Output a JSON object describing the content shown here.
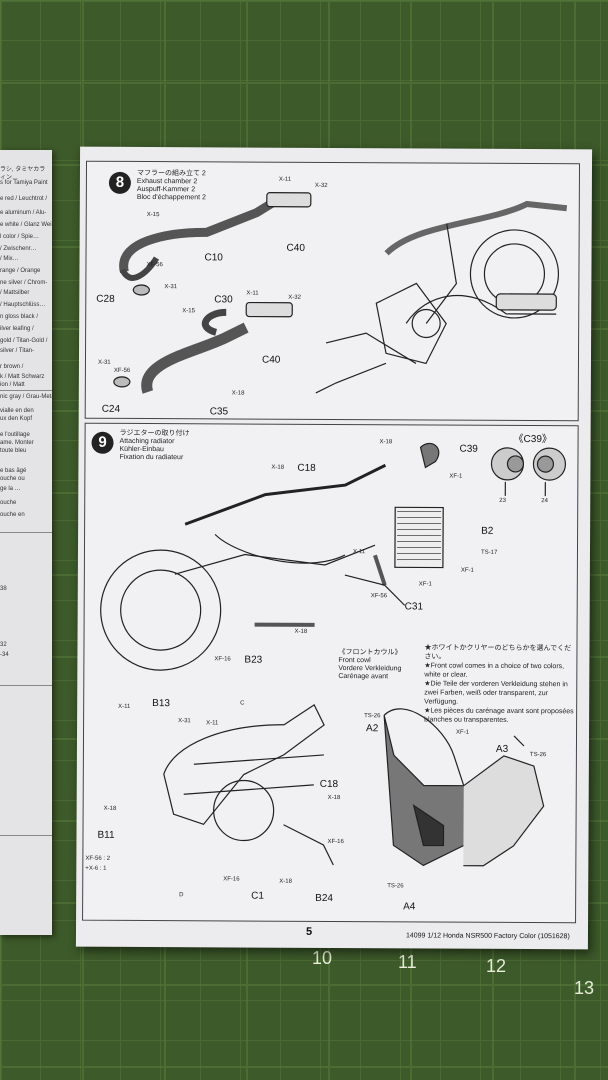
{
  "left_page": {
    "lines": [
      "ラシ, タミヤカラ",
      "ィン…",
      "s for Tamiya Paint",
      "e red / Leuchtrot /",
      "e aluminum / Alu-",
      "e white / Glanz Weiß",
      "l color / Spie…",
      "/ Zwischenr…",
      "/ Mix…",
      "range / Orange",
      "ne silver / Chrom-",
      "/ Mattsilber",
      "/ Hauptschlüss…",
      "n gloss black /",
      "ilver leafing /",
      "gold / Titan-Gold /",
      "silver / Titan-",
      "r brown /",
      "k / Matt Schwarz",
      "ion / Matt",
      "nic gray / Grau-Metallic",
      "vialle en den",
      "ux den Kopf",
      "e l'outillage",
      "ame. Monter",
      "toute bleu",
      "e bas âgé",
      "ouche ou",
      "ge la …",
      "ouche",
      "ouche en",
      "38",
      "32",
      "-34"
    ]
  },
  "ruler": {
    "numbers": [
      "10",
      "11",
      "12",
      "13"
    ]
  },
  "step8": {
    "number": "8",
    "title_jp": "マフラーの組み立て 2",
    "title_en": "Exhaust chamber 2",
    "title_de": "Auspuff-Kammer 2",
    "title_fr": "Bloc d'échappement 2",
    "parts": [
      "X-11",
      "X-32",
      "X-15",
      "C10",
      "C40",
      "XF-56",
      "X-31",
      "C28",
      "C30",
      "X-11",
      "X-32",
      "X-15",
      "C40",
      "X-31",
      "XF-56",
      "C24",
      "X-18",
      "C35"
    ]
  },
  "step9": {
    "number": "9",
    "title_jp": "ラジエターの取り付け",
    "title_en": "Attaching radiator",
    "title_de": "Kühler-Einbau",
    "title_fr": "Fixation du radiateur",
    "inset_label": "《C39》",
    "inset_markers": [
      "23",
      "24"
    ],
    "parts_a": [
      "X-18",
      "C39",
      "X-18",
      "C18",
      "XF-1",
      "B2",
      "TS-17",
      "X-11",
      "XF-1",
      "XF-1",
      "XF-56",
      "C31",
      "X-18",
      "XF-16",
      "B23"
    ]
  },
  "front_cowl": {
    "title_jp": "《フロントカウル》",
    "title_en": "Front cowl",
    "title_de": "Vordere Verkleidung",
    "title_fr": "Carénage avant",
    "notes": [
      "★ホワイトかクリヤーのどちらかを選んでください。",
      "★Front cowl comes in a choice of two colors, white or clear.",
      "★Die Teile der vorderen Verkleidung stehen in zwei Farben, weiß oder transparent, zur Verfügung.",
      "★Les pièces du carénage avant sont proposées blanches ou transparentes."
    ],
    "parts": [
      "TS-26",
      "A2",
      "XF-1",
      "A3",
      "TS-26",
      "TS-26",
      "A4"
    ]
  },
  "lower_left": {
    "parts": [
      "X-11",
      "B13",
      "X-31",
      "X-11",
      "C",
      "X-18",
      "C18",
      "X-18",
      "B11",
      "XF-56 : 2",
      "+X-6 : 1",
      "D",
      "XF-16",
      "XF-16",
      "C1",
      "X-18",
      "B24"
    ]
  },
  "footer": {
    "page_number": "5",
    "code": "14099 1/12 Honda NSR500 Factory Color (1051628)"
  }
}
